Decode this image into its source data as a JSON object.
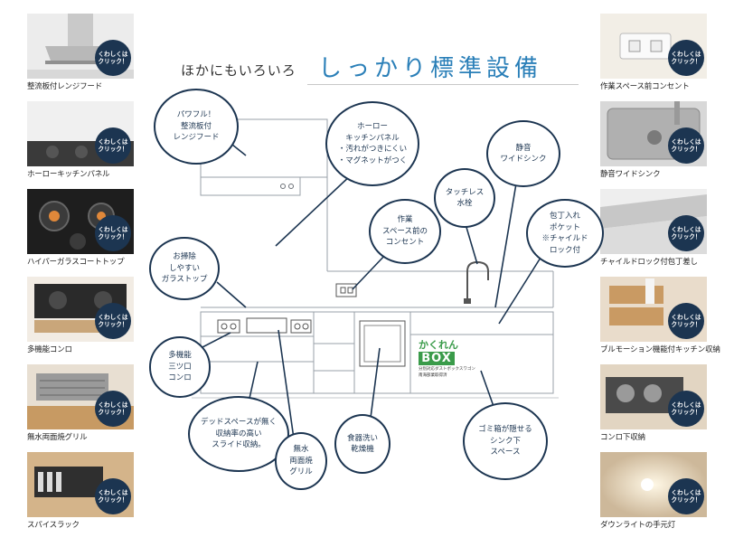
{
  "title": {
    "sub": "ほかにもいろいろ",
    "main": "しっかり標準設備"
  },
  "badge": {
    "line1": "くわしくは",
    "line2": "クリック！"
  },
  "left_items": [
    {
      "label": "整流板付レンジフード"
    },
    {
      "label": "ホーローキッチンパネル"
    },
    {
      "label": "ハイパーガラスコートトップ"
    },
    {
      "label": "多機能コンロ"
    },
    {
      "label": "無水両面焼グリル"
    },
    {
      "label": "スパイスラック"
    }
  ],
  "right_items": [
    {
      "label": "作業スペース前コンセント"
    },
    {
      "label": "静音ワイドシンク"
    },
    {
      "label": "チャイルドロック付包丁差し"
    },
    {
      "label": "ブルモーション機能付キッチン収納"
    },
    {
      "label": "コンロ下収納"
    },
    {
      "label": "ダウンライトの手元灯"
    }
  ],
  "callouts": {
    "range_hood": "パワフル！\n整流板付\nレンジフード",
    "enamel_panel": "ホーロー\nキッチンパネル\n・汚れがつきにくい\n・マグネットがつく",
    "sink": "静音\nワイドシンク",
    "touchless": "タッチレス\n水栓",
    "outlet": "作業\nスペース前の\nコンセント",
    "knife_pocket": "包丁入れ\nポケット\n※チャイルド\nロック付",
    "glass_top": "お掃除\nしやすい\nガラストップ",
    "stove": "多機能\n三ツ口\nコンロ",
    "dead_space": "デッドスペースが無く\n収納率の高い\nスライド収納。",
    "grill": "無水\n両面焼\nグリル",
    "dishwasher": "食器洗い\n乾燥機",
    "trash": "ゴミ箱が隠せる\nシンク下\nスペース"
  },
  "box_logo": {
    "top": "かくれん",
    "main": "BOX",
    "small1": "分別対応ダストボックスワゴン",
    "small2": "南海部業取得済"
  }
}
